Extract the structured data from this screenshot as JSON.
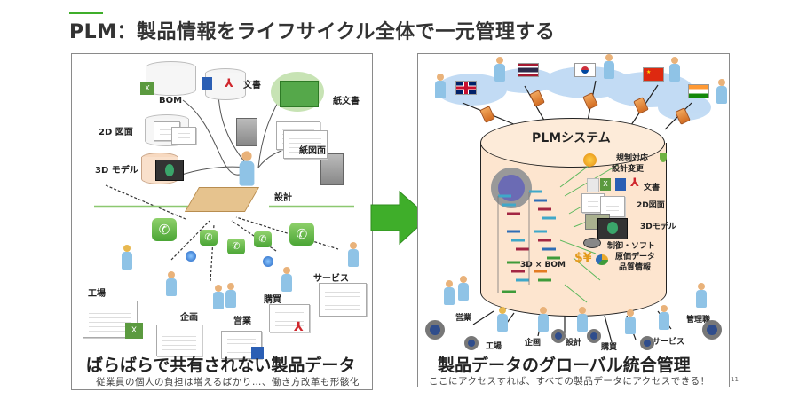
{
  "header": {
    "title": "PLM：製品情報をライフサイクル全体で一元管理する",
    "accent_color": "#3fae2a"
  },
  "left_panel": {
    "storage_labels": {
      "bom": "BOM",
      "docs": "文書",
      "paper_docs": "紙文書",
      "drawing_2d": "2D 図面",
      "paper_drawing": "紙図面",
      "model_3d": "3D モデル",
      "design": "設計"
    },
    "departments": {
      "factory": "工場",
      "planning": "企画",
      "sales": "営業",
      "purchasing": "購買",
      "service": "サービス"
    },
    "caption": "ばらばらで共有されない製品データ",
    "sub_caption": "従業員の個人の負担は増えるばかり…、働き方改革も形骸化"
  },
  "arrow": {
    "icon": "right-arrow-icon",
    "color": "#3fae2a"
  },
  "right_panel": {
    "system_label": "PLMシステム",
    "flags": [
      "uk-flag",
      "thailand-flag",
      "korea-flag",
      "china-flag",
      "india-flag"
    ],
    "content_labels": {
      "regulation": "規制対応",
      "design_change": "設計変更",
      "docs": "文書",
      "drawing_2d": "2D図面",
      "model_3d": "3Dモデル",
      "control_software": "制御・ソフト",
      "cost_data": "原価データ",
      "quality_info": "品質情報",
      "bom_3d": "3D × BOM"
    },
    "departments": {
      "sales": "営業",
      "factory": "工場",
      "planning": "企画",
      "design": "設計",
      "purchasing": "購買",
      "service": "サービス",
      "management": "管理職"
    },
    "caption": "製品データのグローバル統合管理",
    "sub_caption": "ここにアクセスすれば、すべての製品データにアクセスできる！"
  },
  "footer": {
    "page_number": "11"
  }
}
